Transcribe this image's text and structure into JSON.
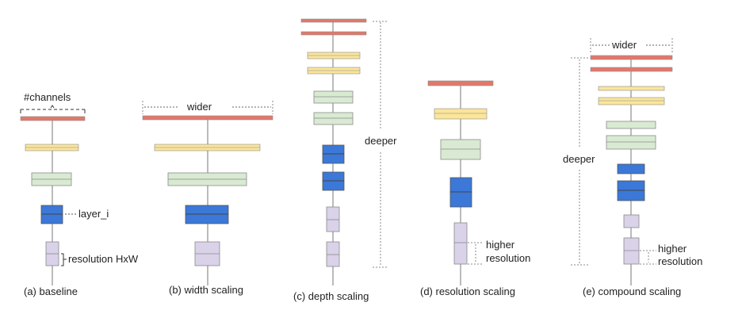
{
  "colors": {
    "red": "#e2786a",
    "yellow": "#fbe59a",
    "green": "#d9ead3",
    "blue": "#3b78d8",
    "purple": "#d9d2e9",
    "border": "#8a8a8a",
    "arrow": "#777777",
    "dotted": "#888888",
    "text": "#222222"
  },
  "panels": [
    {
      "id": "a",
      "caption": "(a) baseline",
      "annotations": {
        "channels": "#channels",
        "layer": "layer_i",
        "resolution": "resolution HxW"
      }
    },
    {
      "id": "b",
      "caption": "(b) width scaling",
      "annotations": {
        "wider": "wider"
      }
    },
    {
      "id": "c",
      "caption": "(c) depth scaling",
      "annotations": {
        "deeper": "deeper"
      }
    },
    {
      "id": "d",
      "caption": "(d) resolution scaling",
      "annotations": {
        "higher": "higher",
        "resolution": "resolution"
      }
    },
    {
      "id": "e",
      "caption": "(e) compound scaling",
      "annotations": {
        "wider": "wider",
        "deeper": "deeper",
        "higher": "higher",
        "resolution": "resolution"
      }
    }
  ]
}
